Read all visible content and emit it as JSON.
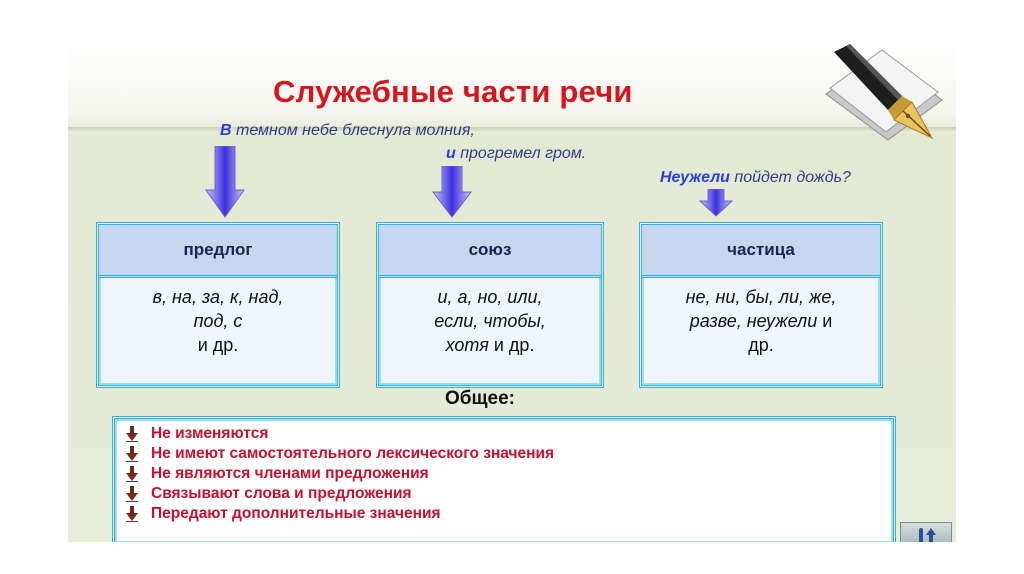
{
  "slide": {
    "title": "Служебные части речи",
    "examples": [
      {
        "highlight": "В",
        "rest": " темном небе блеснула молния,"
      },
      {
        "highlight": "и",
        "rest": " прогремел гром."
      },
      {
        "highlight": "Неужели",
        "rest": " пойдет дождь?"
      }
    ],
    "boxes": [
      {
        "heading": "предлог",
        "lines": [
          "в, на, за, к, над,",
          "под, с",
          "и др."
        ]
      },
      {
        "heading": "союз",
        "line1": "и, а, но, или,",
        "line2": "если, чтобы,",
        "line3_italic": "хотя",
        "line3_rest": " и др."
      },
      {
        "heading": "частица",
        "line1": "не, ни, бы, ли, же,",
        "line2_italic": "разве, неужели",
        "line2_rest": " и",
        "line3": "др."
      }
    ],
    "common": {
      "label": "Общее:",
      "items": [
        "Не изменяются",
        "Не имеют самостоятельного лексического значения",
        "Не являются членами предложения",
        "Связывают слова и предложения",
        "Передают дополнительные значения"
      ]
    }
  },
  "icons": {
    "pen": "fountain-pen-icon",
    "arrows": "down-arrow-icon",
    "bullets": "down-arrow-bullet-icon",
    "back": "return-arrow-icon"
  },
  "colors": {
    "title": "#d9141d",
    "example_text": "#2d3d86",
    "example_highlight": "#2a3fe0",
    "box_border": "#2bb3ea",
    "box_header": "#c5d6ee",
    "list_text": "#c8102e"
  }
}
